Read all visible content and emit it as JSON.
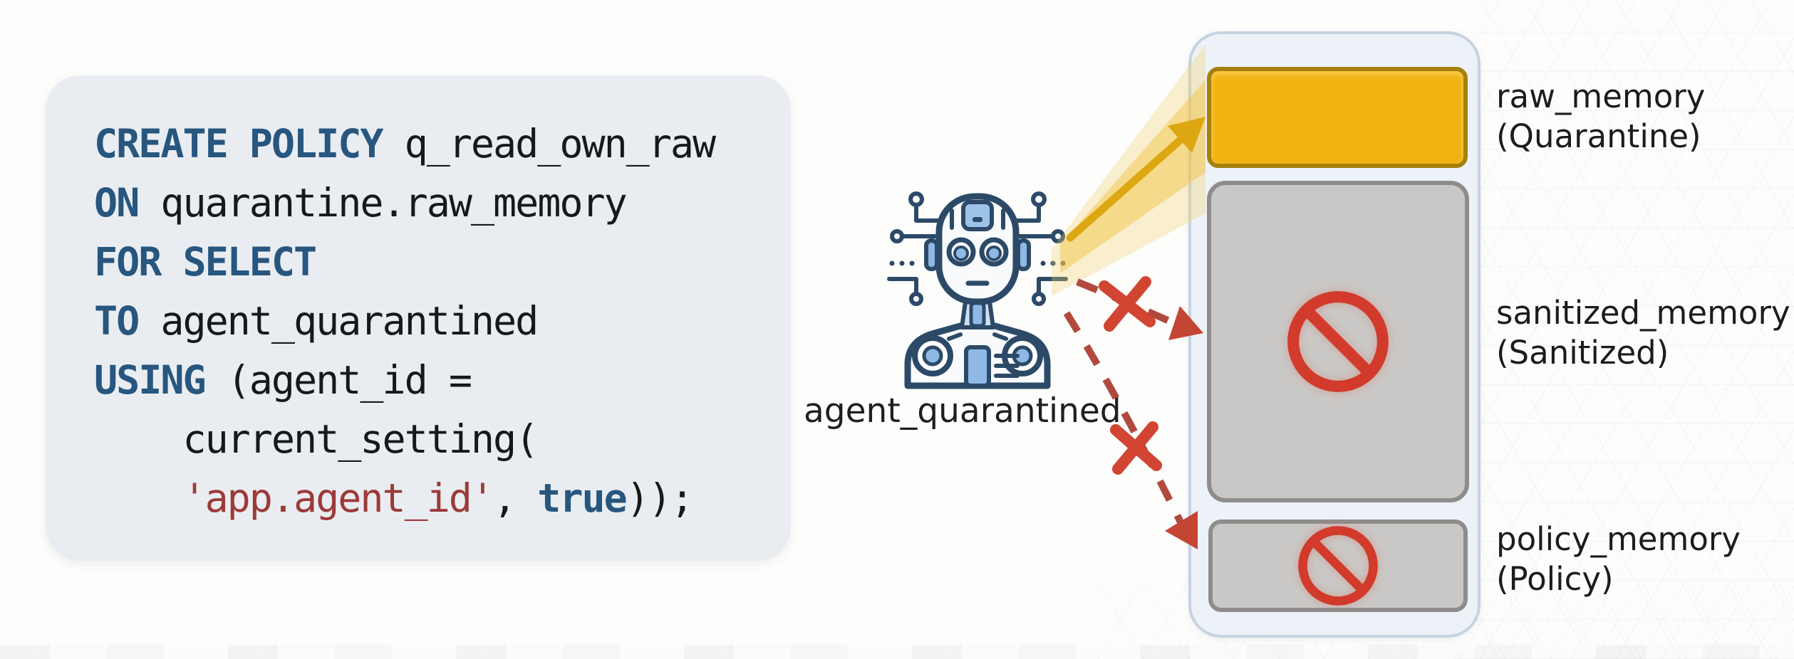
{
  "code_block": {
    "language": "sql",
    "lines": [
      [
        {
          "text": "CREATE POLICY",
          "type": "keyword"
        },
        {
          "text": " q_read_own_raw",
          "type": "plain"
        }
      ],
      [
        {
          "text": "ON",
          "type": "keyword"
        },
        {
          "text": " quarantine.raw_memory",
          "type": "plain"
        }
      ],
      [
        {
          "text": "FOR SELECT",
          "type": "keyword"
        }
      ],
      [
        {
          "text": "TO",
          "type": "keyword"
        },
        {
          "text": " agent_quarantined",
          "type": "plain"
        }
      ],
      [
        {
          "text": "USING",
          "type": "keyword"
        },
        {
          "text": " (agent_id =",
          "type": "plain"
        }
      ],
      [
        {
          "text": "    current_setting(",
          "type": "plain"
        }
      ],
      [
        {
          "text": "    ",
          "type": "plain"
        },
        {
          "text": "'app.agent_id'",
          "type": "string"
        },
        {
          "text": ", ",
          "type": "plain"
        },
        {
          "text": "true",
          "type": "keyword"
        },
        {
          "text": "));",
          "type": "plain"
        }
      ]
    ],
    "colors": {
      "keyword": "#27567f",
      "plain": "#17181a",
      "string": "#9c3a38",
      "background": "#e9edf1"
    }
  },
  "agent": {
    "label": "agent_quarantined",
    "icon": "robot-icon"
  },
  "memory_panel": {
    "boxes": [
      {
        "id": "raw",
        "label": "raw_memory",
        "sublabel": "(Quarantine)",
        "color": "#f1b312",
        "access": "allowed"
      },
      {
        "id": "sanitized",
        "label": "sanitized_memory",
        "sublabel": "(Sanitized)",
        "color": "#cac8c6",
        "access": "blocked"
      },
      {
        "id": "policy",
        "label": "policy_memory",
        "sublabel": "(Policy)",
        "color": "#cac8c6",
        "access": "blocked"
      }
    ]
  },
  "arrows": [
    {
      "from": "agent_quarantined",
      "to": "raw_memory",
      "style": "solid",
      "color": "#e1a912",
      "meaning": "allowed"
    },
    {
      "from": "agent_quarantined",
      "to": "sanitized_memory",
      "style": "dashed",
      "color": "#b04a3e",
      "meaning": "blocked"
    },
    {
      "from": "agent_quarantined",
      "to": "policy_memory",
      "style": "dashed",
      "color": "#b04a3e",
      "meaning": "blocked"
    }
  ]
}
